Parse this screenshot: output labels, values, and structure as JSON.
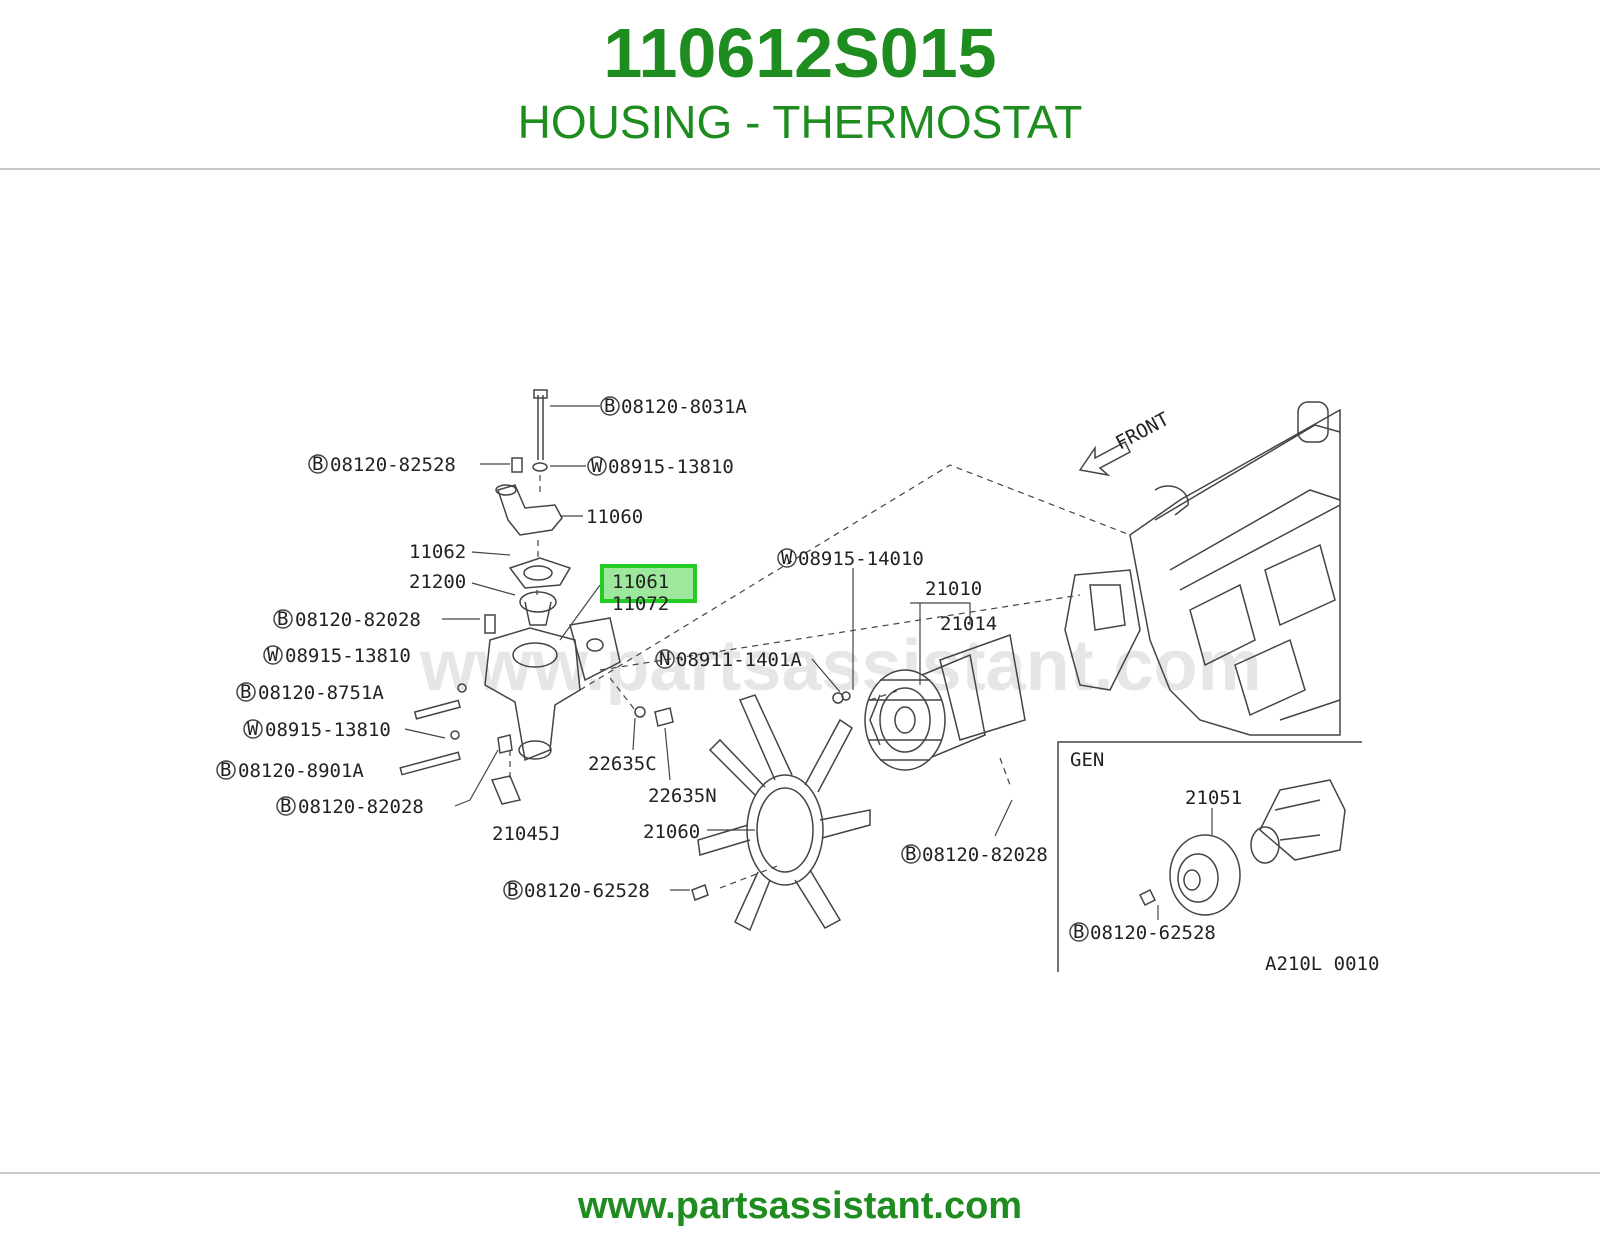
{
  "header": {
    "part_number": "110612S015",
    "part_name": "HOUSING - THERMOSTAT"
  },
  "diagram": {
    "watermark": "www.partsassistant.com",
    "front_label": "FRONT",
    "inset_title": "GEN",
    "figure_code": "A210L 0010",
    "highlighted_part": "11061",
    "labels": {
      "bolt_top": "08120-8031A",
      "bolt_b_82528": "08120-82528",
      "washer_13810_top": "08915-13810",
      "outlet": "11060",
      "gasket_11062": "11062",
      "thermostat": "21200",
      "housing": "11061",
      "gasket_11072": "11072",
      "bolt_82028_a": "08120-82028",
      "washer_13810_mid": "08915-13810",
      "bolt_8751a": "08120-8751A",
      "washer_13810_low": "08915-13810",
      "bolt_8901a": "08120-8901A",
      "bolt_82028_b": "08120-82028",
      "plug": "21045J",
      "sensor_c": "22635C",
      "sensor_n": "22635N",
      "fan": "21060",
      "bolt_62528": "08120-62528",
      "washer_14010": "08915-14010",
      "nut_1401a": "08911-1401A",
      "pump": "21010",
      "pump_gasket": "21014",
      "bolt_82028_c": "08120-82028",
      "inset_pulley": "21051",
      "inset_bolt": "08120-62528"
    },
    "prefixes": {
      "bolt": "B",
      "washer": "W",
      "nut": "N"
    }
  },
  "footer": {
    "site": "www.partsassistant.com"
  },
  "colors": {
    "brand": "#1e8c1e",
    "highlight_border": "#22cc22",
    "highlight_fill": "#9ee89e"
  }
}
